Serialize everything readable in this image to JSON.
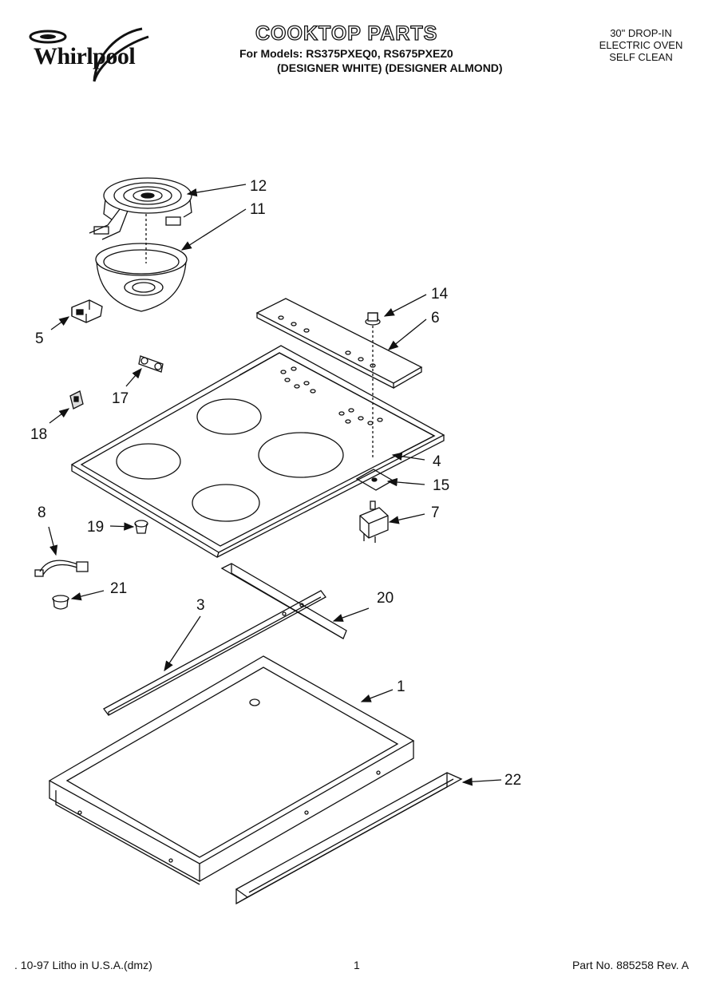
{
  "header": {
    "brand": "Whirlpool",
    "title": "COOKTOP PARTS",
    "models_line1": "For Models: RS375PXEQ0, RS675PXEZ0",
    "models_line2": "(DESIGNER WHITE) (DESIGNER ALMOND)",
    "oven_lines": [
      "30\" DROP-IN",
      "ELECTRIC OVEN",
      "SELF CLEAN"
    ]
  },
  "callouts": [
    "12",
    "11",
    "14",
    "6",
    "5",
    "17",
    "18",
    "4",
    "15",
    "7",
    "8",
    "19",
    "21",
    "3",
    "20",
    "1",
    "22"
  ],
  "footer": {
    "left": ". 10-97 Litho in U.S.A.(dmz)",
    "page": "1",
    "part_no": "Part No. 885258 Rev. A"
  }
}
